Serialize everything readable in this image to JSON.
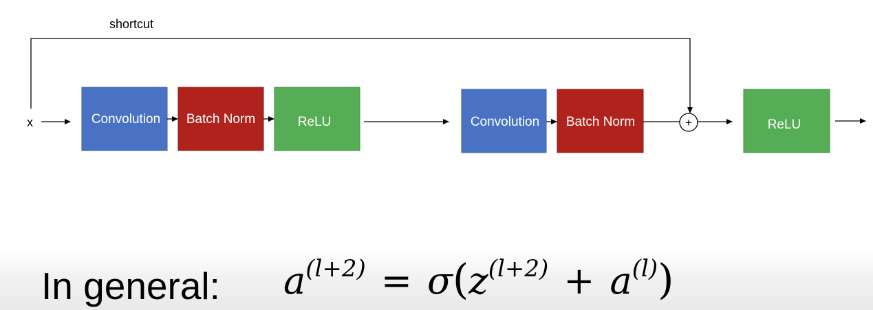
{
  "diagram": {
    "input_label": "x",
    "shortcut_label": "shortcut",
    "sum_symbol": "+",
    "colors": {
      "convolution": "#4a72c4",
      "batch_norm": "#b0231c",
      "relu": "#55ad55",
      "line": "#000000"
    },
    "blocks": [
      {
        "label": "Convolution",
        "kind": "convolution"
      },
      {
        "label": "Batch Norm",
        "kind": "batch_norm"
      },
      {
        "label": "ReLU",
        "kind": "relu"
      },
      {
        "label": "Convolution",
        "kind": "convolution"
      },
      {
        "label": "Batch Norm",
        "kind": "batch_norm"
      },
      {
        "label": "ReLU",
        "kind": "relu"
      }
    ]
  },
  "formula": {
    "lead": "In general:",
    "lhs_base": "a",
    "lhs_sup": "(l+2)",
    "equals": "=",
    "sigma": "σ",
    "open_paren": "(",
    "z_base": "z",
    "z_sup": "(l+2)",
    "plus": "+",
    "a_base": "a",
    "a_sup": "(l)",
    "close_paren": ")"
  }
}
